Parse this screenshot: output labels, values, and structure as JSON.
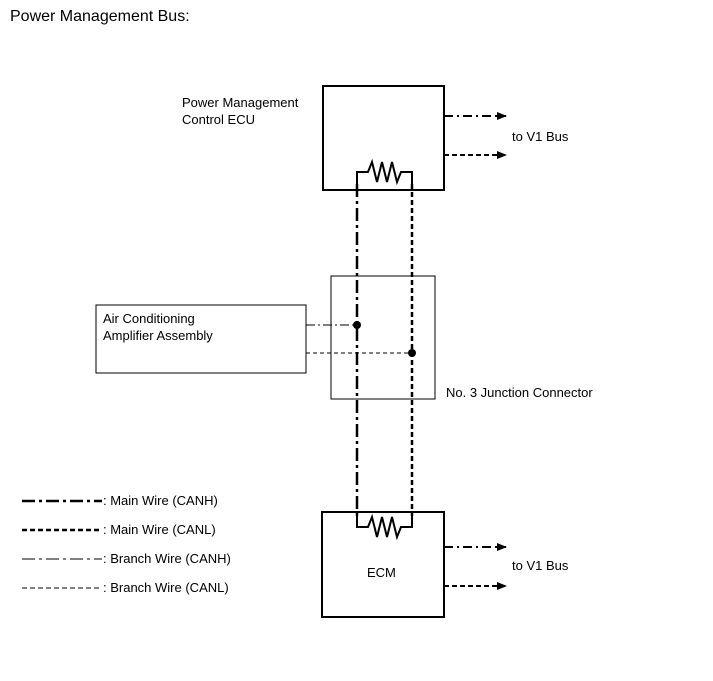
{
  "title": "Power Management Bus:",
  "components": {
    "pm_ecu": {
      "line1": "Power Management",
      "line2": "Control ECU"
    },
    "ac_amp": {
      "line1": "Air Conditioning",
      "line2": "Amplifier Assembly"
    },
    "junction": {
      "label": "No. 3 Junction Connector"
    },
    "ecm": {
      "label": "ECM"
    }
  },
  "bus_labels": {
    "top": "to V1 Bus",
    "bottom": "to V1 Bus"
  },
  "legend": [
    {
      "label": ": Main Wire (CANH)",
      "style": "dash-dot-thick"
    },
    {
      "label": ": Main Wire (CANL)",
      "style": "dash-thick"
    },
    {
      "label": ": Branch Wire (CANH)",
      "style": "dash-dot-thin"
    },
    {
      "label": ": Branch Wire (CANL)",
      "style": "dash-thin"
    }
  ],
  "colors": {
    "line": "#000000",
    "background": "#ffffff"
  }
}
